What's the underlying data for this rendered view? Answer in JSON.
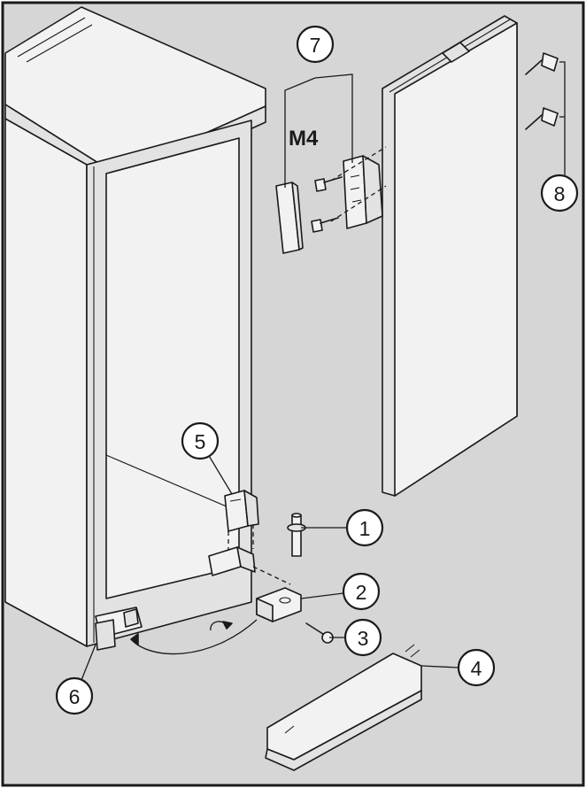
{
  "colors": {
    "background": "#d6d6d6",
    "appliance_light": "#f2f2f2",
    "appliance_mid": "#e2e2e2",
    "appliance_dark": "#c4c4c4",
    "ink": "#1a1a1a",
    "callout_fill": "#ffffff"
  },
  "callouts": {
    "c1": "1",
    "c2": "2",
    "c3": "3",
    "c4": "4",
    "c5": "5",
    "c6": "6",
    "c7": "7",
    "c8": "8"
  },
  "screw_size_label": "M4",
  "icons": {
    "appliance": "refrigerator-cabinet",
    "door": "refrigerator-door",
    "rotation": "rotate-arrow",
    "screw": "screw-icon",
    "nail": "plug-icon"
  }
}
